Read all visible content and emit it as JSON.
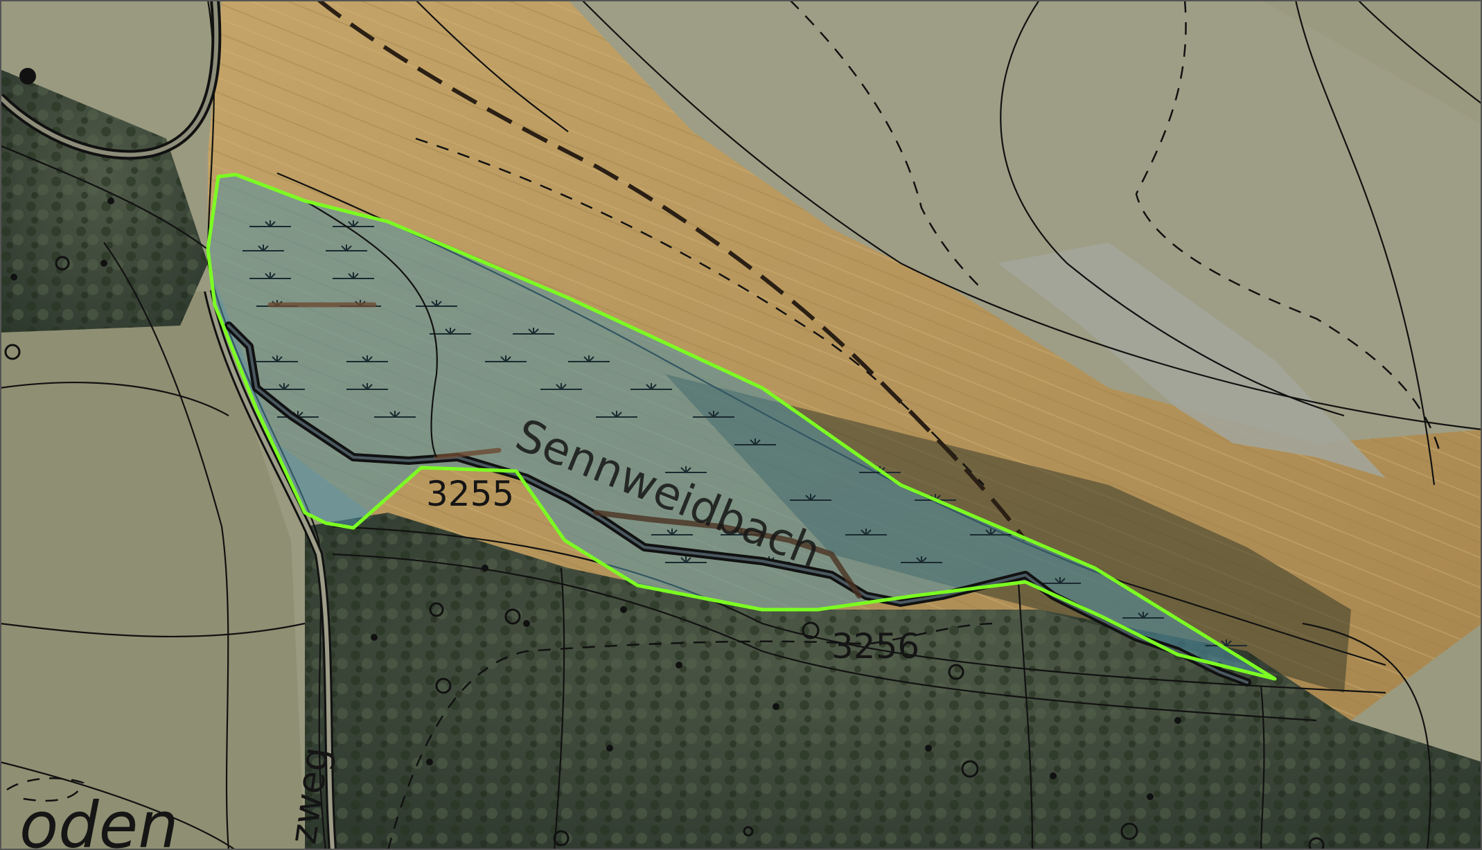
{
  "map": {
    "labels": {
      "stream_name": "Sennweidbach",
      "parcel_a": "3255",
      "parcel_b": "3256",
      "road_partial": "zweg",
      "place_partial": "oden"
    },
    "colors": {
      "meadow": "#9a9a80",
      "field": "#b89a5e",
      "forest": "#3d4a3a",
      "wetland_fill": "#4f8fa6",
      "outline": "#7cff22",
      "stream": "#3b2c22",
      "linework": "#111111"
    },
    "icons": [
      "wetland-symbol",
      "point-marker-icon",
      "ring-marker-icon"
    ]
  }
}
